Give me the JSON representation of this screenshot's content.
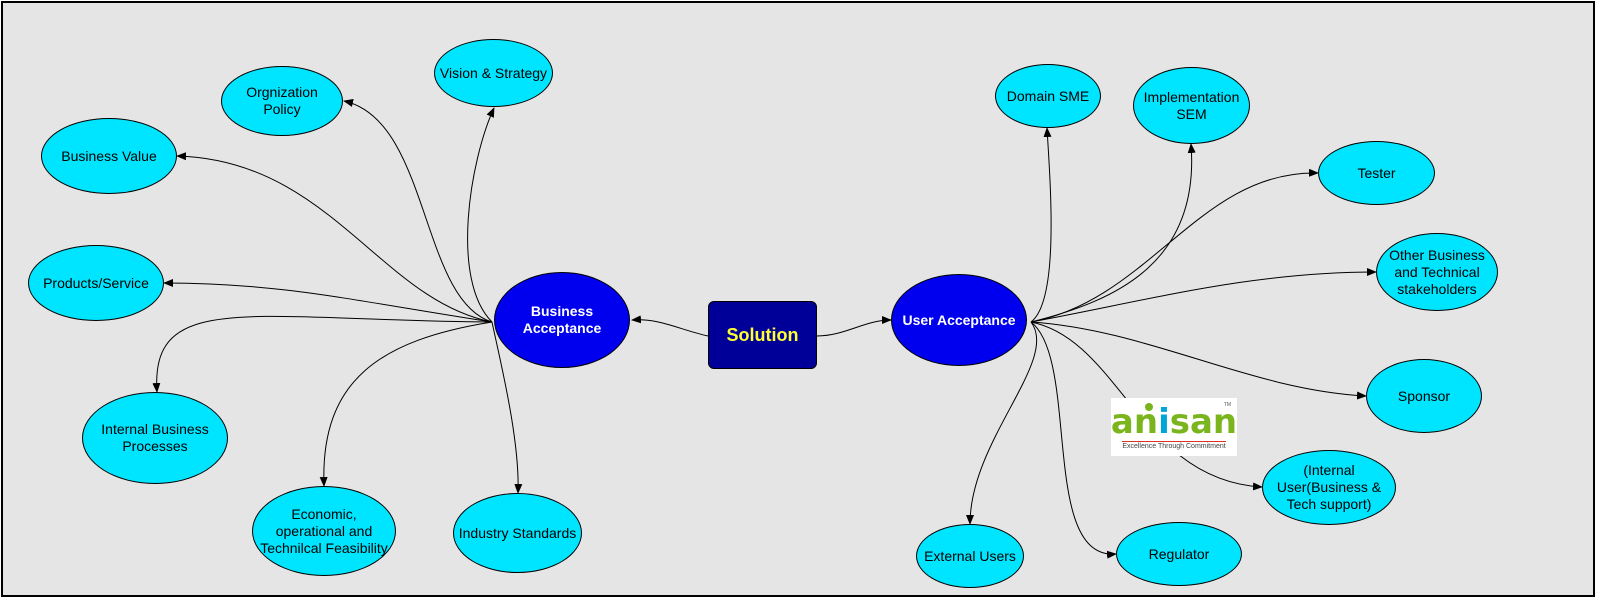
{
  "diagram": {
    "root": {
      "id": "solution",
      "label": "Solution"
    },
    "hubs": [
      {
        "id": "business",
        "label": "Business\nAcceptance"
      },
      {
        "id": "user",
        "label": "User Acceptance"
      }
    ],
    "business_children": [
      {
        "id": "orgpolicy",
        "label": "Orgnization Policy"
      },
      {
        "id": "vision",
        "label": "Vision & Strategy"
      },
      {
        "id": "bizvalue",
        "label": "Business Value"
      },
      {
        "id": "products",
        "label": "Products/Service"
      },
      {
        "id": "internal",
        "label": "Internal Business\nProcesses"
      },
      {
        "id": "economic",
        "label": "Economic,\noperational and\nTechnilcal Feasibility"
      },
      {
        "id": "industry",
        "label": "Industry Standards"
      }
    ],
    "user_children": [
      {
        "id": "domainsme",
        "label": "Domain SME"
      },
      {
        "id": "implsem",
        "label": "Implementation\nSEM"
      },
      {
        "id": "tester",
        "label": "Tester"
      },
      {
        "id": "otherbiz",
        "label": "Other Business\nand Technical\nstakeholders"
      },
      {
        "id": "sponsor",
        "label": "Sponsor"
      },
      {
        "id": "internaluser",
        "label": "(Internal\nUser(Business &\nTech support)"
      },
      {
        "id": "regulator",
        "label": "Regulator"
      },
      {
        "id": "external",
        "label": "External Users"
      }
    ]
  },
  "logo": {
    "word_green": "an",
    "word_blue_i": "i",
    "word_green2": "san",
    "tm": "TM",
    "tagline": "Excellence Through Commitment"
  },
  "colors": {
    "leaf_fill": "#00e5ff",
    "hub_fill": "#0000ee",
    "root_fill": "#000099",
    "root_text": "#ffff33",
    "canvas": "#e5e5e5"
  }
}
